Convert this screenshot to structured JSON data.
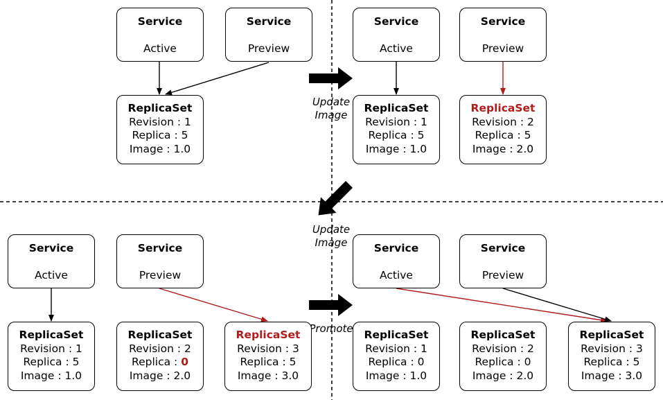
{
  "panels": {
    "top_left": {
      "services": [
        {
          "title": "Service",
          "sub": "Active"
        },
        {
          "title": "Service",
          "sub": "Preview"
        }
      ],
      "replicasets": [
        {
          "title": "ReplicaSet",
          "revision": "Revision : 1",
          "replica_label": "Replica : ",
          "replica_value": "5",
          "image": "Image : 1.0"
        }
      ]
    },
    "top_right": {
      "services": [
        {
          "title": "Service",
          "sub": "Active"
        },
        {
          "title": "Service",
          "sub": "Preview"
        }
      ],
      "replicasets": [
        {
          "title": "ReplicaSet",
          "revision": "Revision : 1",
          "replica_label": "Replica : ",
          "replica_value": "5",
          "image": "Image : 1.0"
        },
        {
          "title": "ReplicaSet",
          "revision": "Revision : 2",
          "replica_label": "Replica : ",
          "replica_value": "5",
          "image": "Image : 2.0"
        }
      ]
    },
    "bottom_left": {
      "services": [
        {
          "title": "Service",
          "sub": "Active"
        },
        {
          "title": "Service",
          "sub": "Preview"
        }
      ],
      "replicasets": [
        {
          "title": "ReplicaSet",
          "revision": "Revision : 1",
          "replica_label": "Replica : ",
          "replica_value": "5",
          "image": "Image : 1.0"
        },
        {
          "title": "ReplicaSet",
          "revision": "Revision : 2",
          "replica_label": "Replica : ",
          "replica_value": "0",
          "image": "Image : 2.0"
        },
        {
          "title": "ReplicaSet",
          "revision": "Revision : 3",
          "replica_label": "Replica : ",
          "replica_value": "5",
          "image": "Image : 3.0"
        }
      ]
    },
    "bottom_right": {
      "services": [
        {
          "title": "Service",
          "sub": "Active"
        },
        {
          "title": "Service",
          "sub": "Preview"
        }
      ],
      "replicasets": [
        {
          "title": "ReplicaSet",
          "revision": "Revision : 1",
          "replica_label": "Replica : ",
          "replica_value": "0",
          "image": "Image : 1.0"
        },
        {
          "title": "ReplicaSet",
          "revision": "Revision : 2",
          "replica_label": "Replica : ",
          "replica_value": "0",
          "image": "Image : 2.0"
        },
        {
          "title": "ReplicaSet",
          "revision": "Revision : 3",
          "replica_label": "Replica : ",
          "replica_value": "5",
          "image": "Image : 3.0"
        }
      ]
    }
  },
  "transitions": {
    "update_image_1": [
      "Update",
      "Image"
    ],
    "update_image_2": [
      "Update",
      "Image"
    ],
    "promote": "Promote"
  },
  "colors": {
    "highlight": "#b01c1c",
    "line": "#000000"
  }
}
